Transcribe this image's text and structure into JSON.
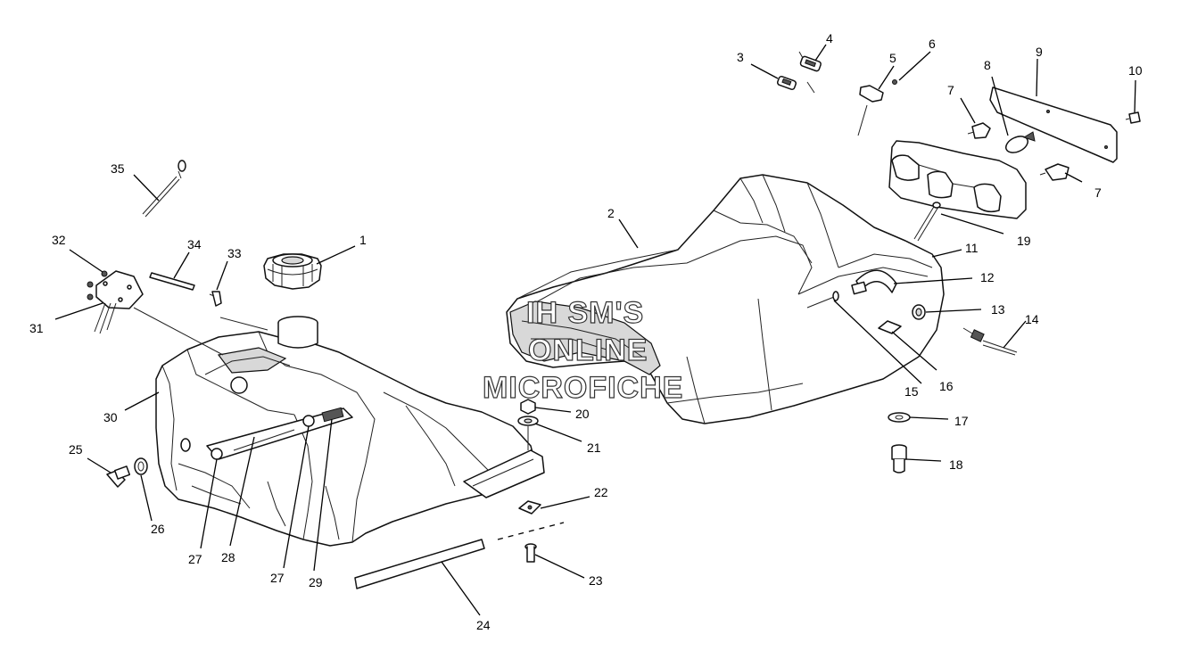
{
  "watermark": {
    "line1": "IH SM'S",
    "line2": "ONLINE",
    "line3": "MICROFICHE"
  },
  "callouts": {
    "c1": "1",
    "c2": "2",
    "c3": "3",
    "c4": "4",
    "c5": "5",
    "c6": "6",
    "c7a": "7",
    "c7b": "7",
    "c8": "8",
    "c9": "9",
    "c10": "10",
    "c11": "11",
    "c12": "12",
    "c13": "13",
    "c14": "14",
    "c15": "15",
    "c16": "16",
    "c17": "17",
    "c18": "18",
    "c19": "19",
    "c20": "20",
    "c21": "21",
    "c22": "22",
    "c23": "23",
    "c24": "24",
    "c25": "25",
    "c26": "26",
    "c27a": "27",
    "c27b": "27",
    "c28": "28",
    "c29": "29",
    "c30": "30",
    "c31": "31",
    "c32": "32",
    "c33": "33",
    "c34": "34",
    "c35": "35"
  }
}
